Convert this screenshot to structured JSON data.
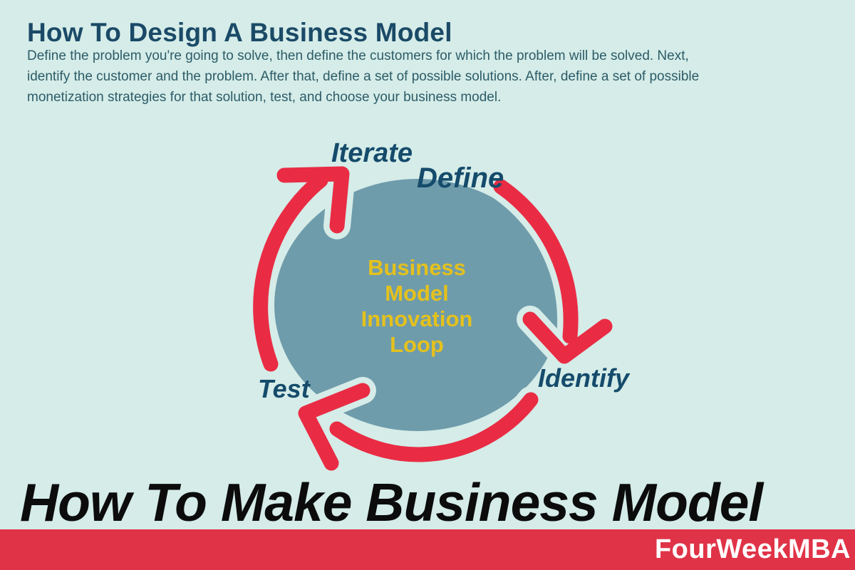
{
  "header": {
    "title": "How To Design A Business Model",
    "description_lines": [
      "Define the problem you're going to solve, then define the customers for which the problem will be solved. Next,",
      "identify the customer and the problem. After that, define a set of possible solutions. After, define a set of possible",
      "monetization strategies for that solution, test, and choose your business model."
    ]
  },
  "diagram": {
    "center_lines": [
      "Business",
      "Model",
      "Innovation",
      "Loop"
    ],
    "steps": [
      {
        "label": "Iterate"
      },
      {
        "label": "Define"
      },
      {
        "label": "Identify"
      },
      {
        "label": "Test"
      }
    ]
  },
  "footer": {
    "headline": "How To Make Business Model",
    "brand": "FourWeekMBA"
  },
  "colors": {
    "background": "#d5ece8",
    "circle_fill": "#6f9cab",
    "arrow_red": "#e92c44",
    "bar_red": "#e03347",
    "step_label_navy": "#154b6b",
    "heading_navy": "#1b4a67",
    "body_teal": "#2d5c68",
    "center_yellow": "#e4c11d",
    "headline_black": "#0c0c0c",
    "brand_white": "#ffffff"
  }
}
